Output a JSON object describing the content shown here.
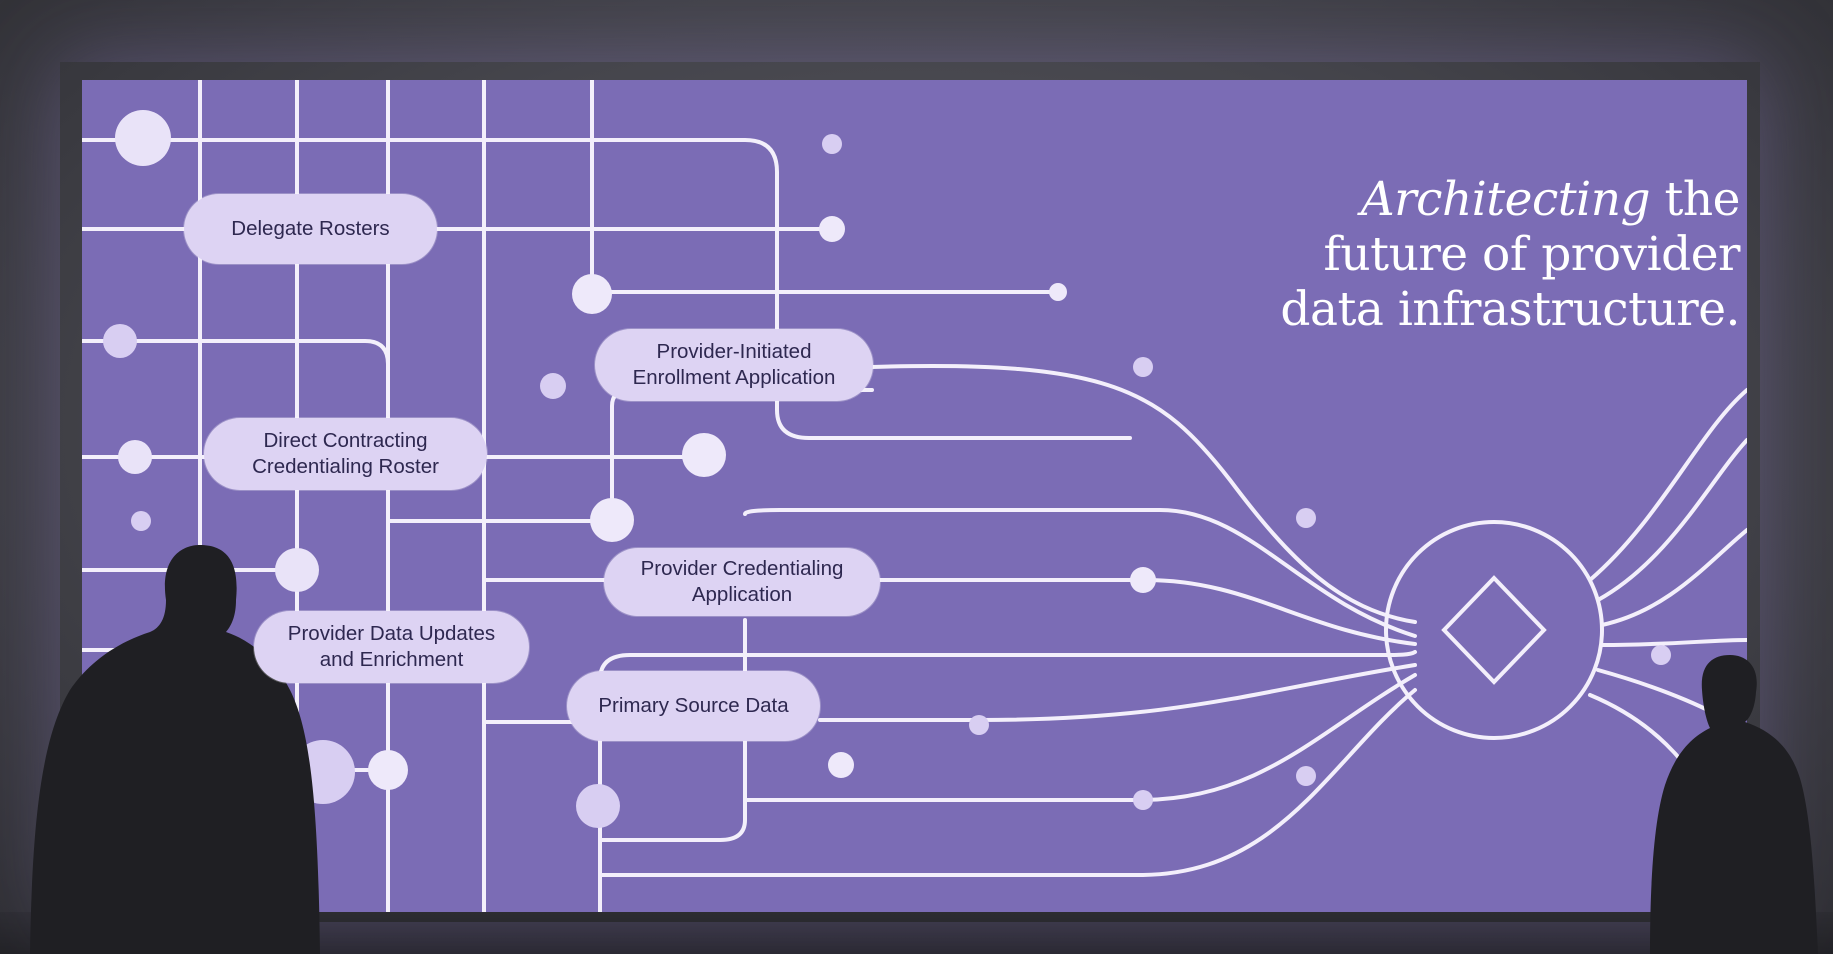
{
  "colors": {
    "screen": "#7b6cb5",
    "line": "#f3effb",
    "dot": "#d8cef2",
    "pill": "#ddd3f3",
    "pill_text": "#2e2850",
    "wall": "#45454c"
  },
  "headline": {
    "italic": "Architecting",
    "line1_rest": " the",
    "line2": "future of provider",
    "line3": "data infrastructure."
  },
  "labels": {
    "delegate_rosters": "Delegate Rosters",
    "provider_initiated": [
      "Provider-Initiated",
      "Enrollment Application"
    ],
    "direct_contracting": [
      "Direct Contracting",
      "Credentialing Roster"
    ],
    "provider_credentialing": [
      "Provider Credentialing",
      "Application"
    ],
    "provider_data_updates": [
      "Provider Data Updates",
      "and Enrichment"
    ],
    "primary_source": "Primary Source Data"
  },
  "icons": {
    "hub": "diamond-icon",
    "people": "person-silhouette"
  }
}
